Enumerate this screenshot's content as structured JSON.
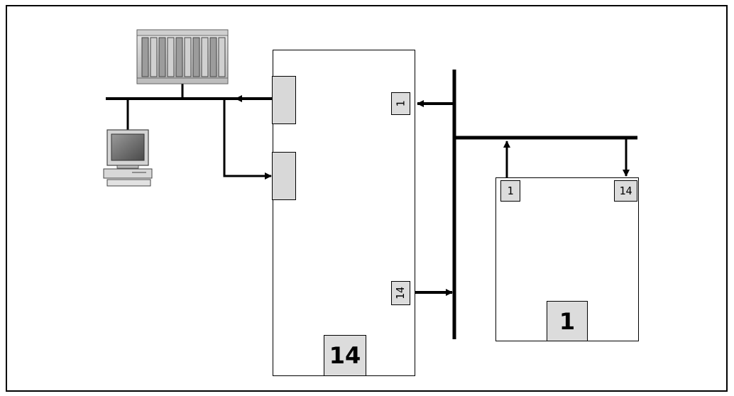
{
  "controller": {
    "input_terminal": "1",
    "output_terminal": "14",
    "title": "14"
  },
  "light_curtain": {
    "input_terminal": "1",
    "output_terminal": "14",
    "title": "1"
  }
}
